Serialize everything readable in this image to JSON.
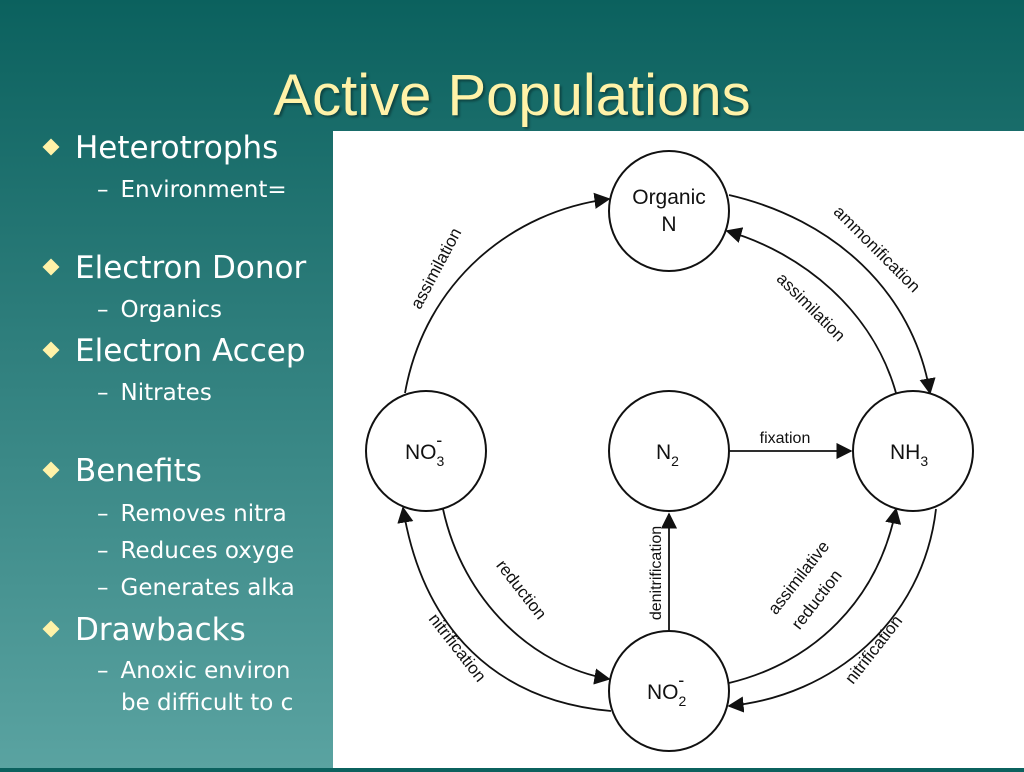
{
  "slide": {
    "title": "Active Populations",
    "bullets": [
      {
        "label": "Heterotrophs",
        "subs": [
          "Environment="
        ]
      },
      {
        "label": "Electron Donor",
        "subs": [
          "Organics"
        ]
      },
      {
        "label": "Electron Accep",
        "subs": [
          "Nitrates"
        ]
      },
      {
        "label": "Benefits",
        "subs": [
          "Removes nitra",
          "Reduces oxyge",
          "Generates alka"
        ]
      },
      {
        "label": "Drawbacks",
        "subs": [
          "Anoxic environ",
          "be difficult to c"
        ]
      }
    ]
  },
  "diagram": {
    "nodes": {
      "organic_n": {
        "line1": "Organic",
        "line2": "N"
      },
      "no3": {
        "base": "NO",
        "sub": "3",
        "sup": "-"
      },
      "n2": {
        "base": "N",
        "sub": "2"
      },
      "nh3": {
        "base": "NH",
        "sub": "3"
      },
      "no2": {
        "base": "NO",
        "sub": "2",
        "sup": "-"
      }
    },
    "labels": {
      "assimilation_left": "assimilation",
      "ammonification": "ammonification",
      "assimilation_right": "assimilation",
      "fixation": "fixation",
      "denitrification": "denitrification",
      "reduction": "reduction",
      "nitrification_left": "nitrification",
      "assimilative_reduction_1": "assimilative",
      "assimilative_reduction_2": "reduction",
      "nitrification_right": "nitrification"
    }
  }
}
